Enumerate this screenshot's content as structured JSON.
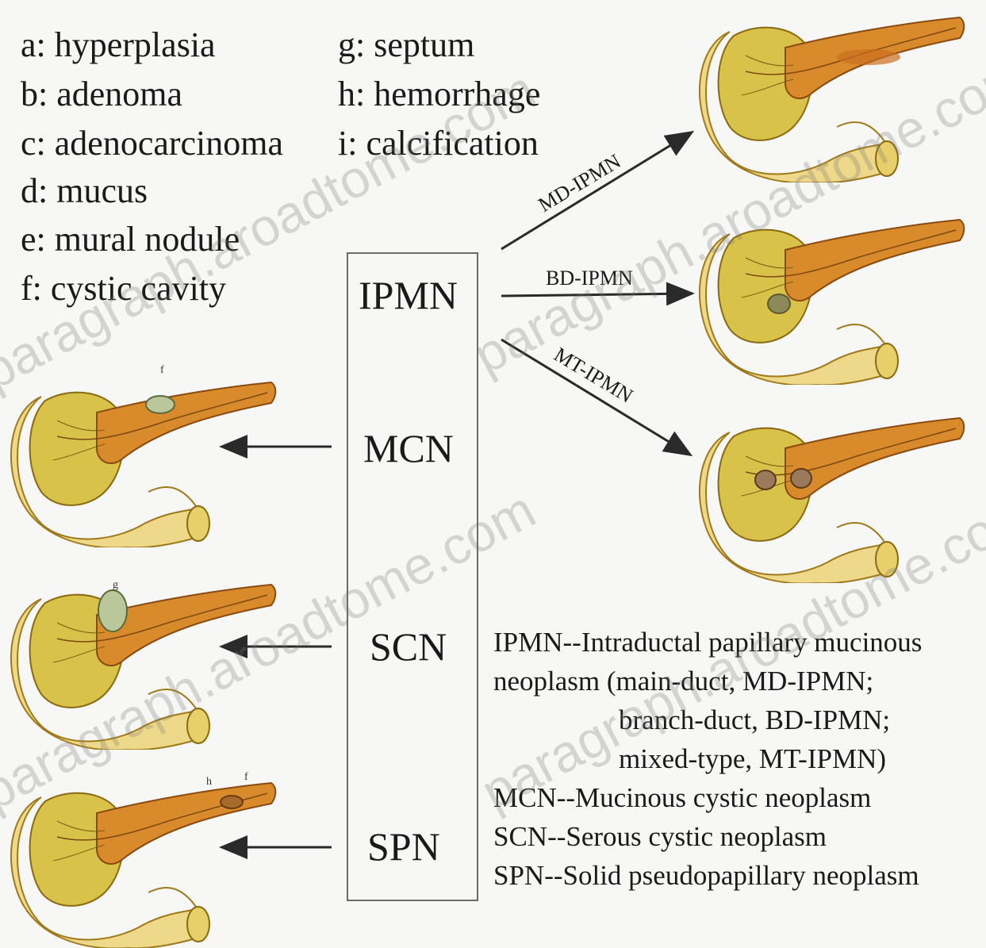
{
  "legend": {
    "left": [
      "a: hyperplasia",
      "b: adenoma",
      "c: adenocarcinoma",
      "d: mucus",
      "e: mural nodule",
      "f: cystic cavity"
    ],
    "right": [
      "g: septum",
      "h: hemorrhage",
      "i: calcification"
    ]
  },
  "center_box": {
    "labels": [
      "IPMN",
      "MCN",
      "SCN",
      "SPN"
    ]
  },
  "arrows": {
    "md": "MD-IPMN",
    "bd": "BD-IPMN",
    "mt": "MT-IPMN"
  },
  "figure_marks": {
    "mcn": "f",
    "scn": "g",
    "spn_1": "h",
    "spn_2": "f"
  },
  "glossary": [
    "IPMN--Intraductal papillary mucinous",
    "neoplasm (main-duct, MD-IPMN;",
    "branch-duct, BD-IPMN;",
    "mixed-type,  MT-IPMN)",
    "MCN--Mucinous cystic neoplasm",
    "SCN--Serous cystic neoplasm",
    "SPN--Solid pseudopapillary neoplasm"
  ],
  "watermarks": [
    "paragraph.aroadtome.com",
    "paragraph.aroadtome.com",
    "paragraph.aroadtome.com",
    "paragraph.aroadtome.com"
  ],
  "colors": {
    "pancreas_head": "#d9c24a",
    "pancreas_body": "#d98a2b",
    "duodenum": "#eed98a",
    "outline": "#7a5a10",
    "arrow": "#2a2a2a",
    "lesion": "#b9c79a"
  }
}
